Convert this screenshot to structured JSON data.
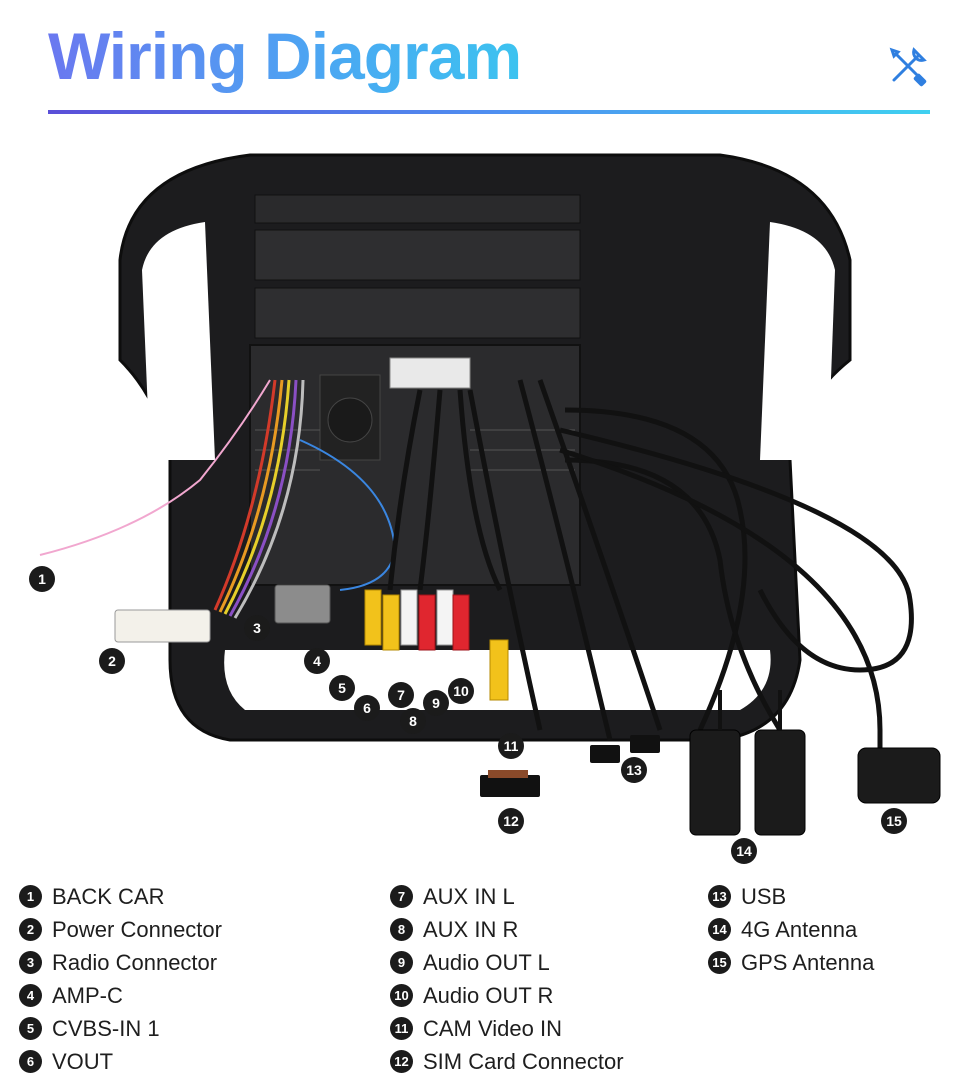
{
  "header": {
    "title": "Wiring Diagram",
    "icon": "tools-icon"
  },
  "colors": {
    "title_start": "#6a78f0",
    "title_end": "#3cc3f0",
    "badge": "#1b1b1b"
  },
  "callouts": [
    "1",
    "2",
    "3",
    "4",
    "5",
    "6",
    "7",
    "8",
    "9",
    "10",
    "11",
    "12",
    "13",
    "14",
    "15"
  ],
  "legend": {
    "col1": [
      {
        "num": "1",
        "label": "BACK CAR"
      },
      {
        "num": "2",
        "label": "Power Connector"
      },
      {
        "num": "3",
        "label": "Radio Connector"
      },
      {
        "num": "4",
        "label": "AMP-C"
      },
      {
        "num": "5",
        "label": "CVBS-IN 1"
      },
      {
        "num": "6",
        "label": "VOUT"
      }
    ],
    "col2": [
      {
        "num": "7",
        "label": "AUX IN L"
      },
      {
        "num": "8",
        "label": "AUX IN R"
      },
      {
        "num": "9",
        "label": "Audio OUT L"
      },
      {
        "num": "10",
        "label": "Audio OUT R"
      },
      {
        "num": "11",
        "label": "CAM Video IN"
      },
      {
        "num": "12",
        "label": "SIM Card Connector"
      }
    ],
    "col3": [
      {
        "num": "13",
        "label": "USB"
      },
      {
        "num": "14",
        "label": "4G Antenna"
      },
      {
        "num": "15",
        "label": "GPS Antenna"
      }
    ]
  }
}
